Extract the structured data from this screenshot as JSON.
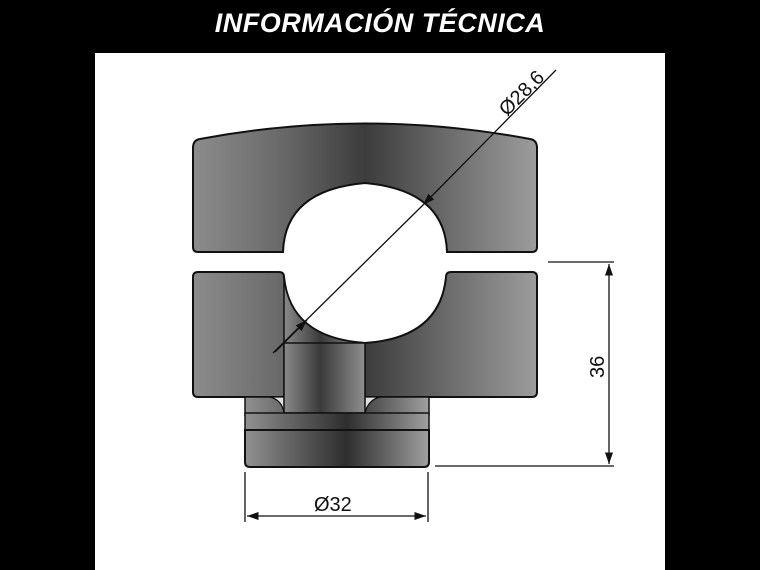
{
  "header": {
    "title": "INFORMACIÓN TÉCNICA"
  },
  "drawing": {
    "subject": "handlebar riser clamp",
    "dimensions": {
      "clamp_diameter": "Ø28,6",
      "base_diameter": "Ø32",
      "height": "36"
    }
  },
  "colors": {
    "background": "#000000",
    "panel": "#ffffff",
    "part_dark": "#3a3a3a",
    "part_light": "#9a9a9a",
    "line": "#111111"
  }
}
